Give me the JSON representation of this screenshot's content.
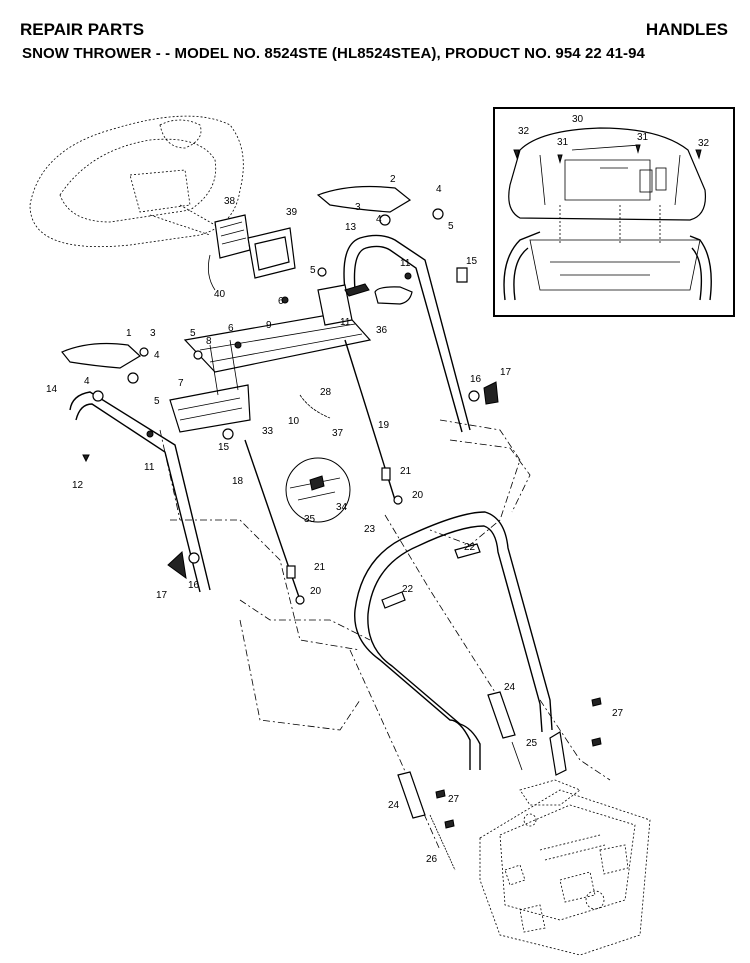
{
  "header": {
    "section": "REPAIR PARTS",
    "category": "HANDLES",
    "model_line": "SNOW THROWER - - MODEL NO. 8524STE (HL8524STEA), PRODUCT NO. 954 22 41-94"
  },
  "labels": {
    "l1": "1",
    "l2": "2",
    "l3a": "3",
    "l3b": "3",
    "l4a": "4",
    "l4b": "4",
    "l4c": "4",
    "l4d": "4",
    "l5a": "5",
    "l5b": "5",
    "l5c": "5",
    "l5d": "5",
    "l6a": "6",
    "l6b": "6",
    "l7": "7",
    "l8": "8",
    "l9": "9",
    "l10": "10",
    "l11a": "11",
    "l11b": "11",
    "l11c": "11",
    "l12": "12",
    "l13": "13",
    "l14": "14",
    "l15a": "15",
    "l15b": "15",
    "l16a": "16",
    "l16b": "16",
    "l17a": "17",
    "l17b": "17",
    "l18": "18",
    "l19": "19",
    "l20a": "20",
    "l20b": "20",
    "l21a": "21",
    "l21b": "21",
    "l22a": "22",
    "l22b": "22",
    "l23": "23",
    "l24a": "24",
    "l24b": "24",
    "l25": "25",
    "l26": "26",
    "l27a": "27",
    "l27b": "27",
    "l28": "28",
    "l30": "30",
    "l31a": "31",
    "l31b": "31",
    "l32a": "32",
    "l32b": "32",
    "l33": "33",
    "l34": "34",
    "l35": "35",
    "l36": "36",
    "l37": "37",
    "l38": "38",
    "l39": "39",
    "l40": "40"
  }
}
